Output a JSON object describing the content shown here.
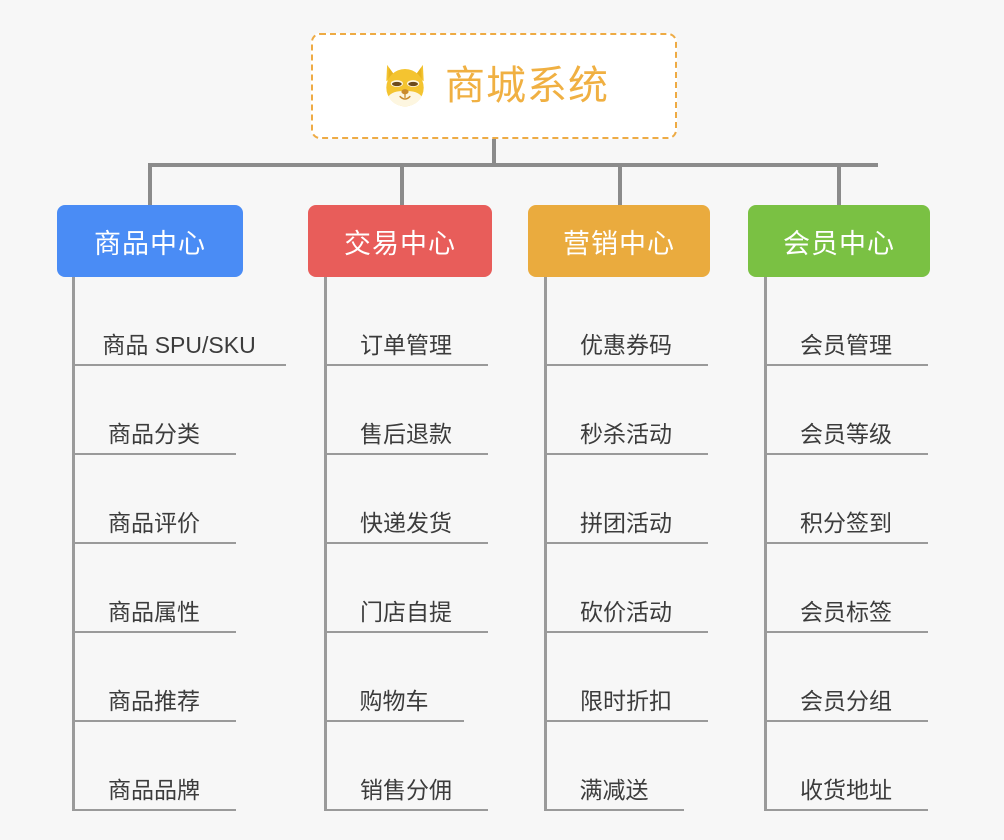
{
  "page": {
    "background_color": "#f7f7f7",
    "line_color": "#8b8b8b",
    "leaf_line_color": "#9a9a9a"
  },
  "root": {
    "title": "商城系统",
    "icon": "shiba-dog-emoji",
    "border_color": "#eeab45",
    "text_color": "#f0b042",
    "background_color": "#ffffff"
  },
  "categories": [
    {
      "label": "商品中心",
      "color": "#4a8cf5",
      "items": [
        "商品 SPU/SKU",
        "商品分类",
        "商品评价",
        "商品属性",
        "商品推荐",
        "商品品牌"
      ]
    },
    {
      "label": "交易中心",
      "color": "#e85d5a",
      "items": [
        "订单管理",
        "售后退款",
        "快递发货",
        "门店自提",
        "购物车",
        "销售分佣"
      ]
    },
    {
      "label": "营销中心",
      "color": "#eaab3e",
      "items": [
        "优惠券码",
        "秒杀活动",
        "拼团活动",
        "砍价活动",
        "限时折扣",
        "满减送"
      ]
    },
    {
      "label": "会员中心",
      "color": "#7ac143",
      "items": [
        "会员管理",
        "会员等级",
        "积分签到",
        "会员标签",
        "会员分组",
        "收货地址"
      ]
    }
  ]
}
